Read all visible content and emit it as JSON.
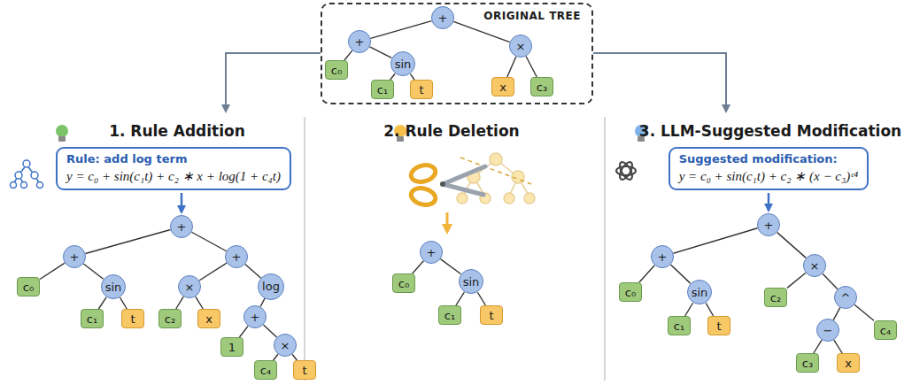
{
  "diagram": {
    "nodes": [
      {
        "text": [
          "ORIGINAL TREE"
        ]
      },
      {
        "text": [
          "+"
        ],
        "in": 0
      },
      {
        "text": [
          "+"
        ],
        "in": 0
      },
      {
        "text": [
          "c₀"
        ],
        "in": 0
      },
      {
        "text": [
          "sin"
        ],
        "in": 0
      },
      {
        "text": [
          "c₁"
        ],
        "in": 0
      },
      {
        "text": [
          "t"
        ],
        "in": 0
      },
      {
        "text": [
          "×"
        ],
        "in": 0
      },
      {
        "text": [
          "x"
        ],
        "in": 0
      },
      {
        "text": [
          "c₃"
        ],
        "in": 0
      },
      {
        "text": [
          "Rule: add log term",
          "y = c₀ + sin(c₁t) + c₂ ∗ x + log(1 + c₄t)"
        ]
      },
      {
        "text": [
          "+"
        ]
      },
      {
        "text": [
          "+"
        ]
      },
      {
        "text": [
          "c₀"
        ]
      },
      {
        "text": [
          "sin"
        ]
      },
      {
        "text": [
          "c₁"
        ]
      },
      {
        "text": [
          "t"
        ]
      },
      {
        "text": [
          "+"
        ]
      },
      {
        "text": [
          "×"
        ]
      },
      {
        "text": [
          "c₂"
        ]
      },
      {
        "text": [
          "x"
        ]
      },
      {
        "text": [
          "log"
        ]
      },
      {
        "text": [
          "+"
        ]
      },
      {
        "text": [
          "1"
        ]
      },
      {
        "text": [
          "×"
        ]
      },
      {
        "text": [
          "c₄"
        ]
      },
      {
        "text": [
          "t"
        ]
      },
      {
        "text": [
          "+"
        ]
      },
      {
        "text": [
          "c₀"
        ]
      },
      {
        "text": [
          "sin"
        ]
      },
      {
        "text": [
          "c₁"
        ]
      },
      {
        "text": [
          "t"
        ]
      },
      {
        "text": [
          "Suggested modification:",
          "y = c₀ + sin(c₁t) + c₂ ∗ (x − c₃)ᶜ⁴"
        ]
      },
      {
        "text": [
          "+"
        ]
      },
      {
        "text": [
          "+"
        ]
      },
      {
        "text": [
          "c₀"
        ]
      },
      {
        "text": [
          "sin"
        ]
      },
      {
        "text": [
          "c₁"
        ]
      },
      {
        "text": [
          "t"
        ]
      },
      {
        "text": [
          "×"
        ]
      },
      {
        "text": [
          "c₂"
        ]
      },
      {
        "text": [
          "^"
        ]
      },
      {
        "text": [
          "−"
        ]
      },
      {
        "text": [
          "c₃"
        ]
      },
      {
        "text": [
          "x"
        ]
      },
      {
        "text": [
          "c₄"
        ]
      }
    ],
    "edges": [
      {
        "from": 1,
        "to": 2,
        "arrow": "none"
      },
      {
        "from": 1,
        "to": 7,
        "arrow": "none"
      },
      {
        "from": 2,
        "to": 3,
        "arrow": "none"
      },
      {
        "from": 2,
        "to": 4,
        "arrow": "none"
      },
      {
        "from": 4,
        "to": 5,
        "arrow": "none"
      },
      {
        "from": 4,
        "to": 6,
        "arrow": "none"
      },
      {
        "from": 7,
        "to": 8,
        "arrow": "none"
      },
      {
        "from": 7,
        "to": 9,
        "arrow": "none"
      },
      {
        "from": 10,
        "to": 11,
        "arrow": "to"
      },
      {
        "from": 11,
        "to": 12,
        "arrow": "none"
      },
      {
        "from": 11,
        "to": 17,
        "arrow": "none"
      },
      {
        "from": 12,
        "to": 13,
        "arrow": "none"
      },
      {
        "from": 12,
        "to": 14,
        "arrow": "none"
      },
      {
        "from": 14,
        "to": 15,
        "arrow": "none"
      },
      {
        "from": 14,
        "to": 16,
        "arrow": "none"
      },
      {
        "from": 17,
        "to": 18,
        "arrow": "none"
      },
      {
        "from": 17,
        "to": 21,
        "arrow": "none"
      },
      {
        "from": 18,
        "to": 19,
        "arrow": "none"
      },
      {
        "from": 18,
        "to": 20,
        "arrow": "none"
      },
      {
        "from": 21,
        "to": 22,
        "arrow": "none"
      },
      {
        "from": 22,
        "to": 23,
        "arrow": "none"
      },
      {
        "from": 22,
        "to": 24,
        "arrow": "none"
      },
      {
        "from": 24,
        "to": 25,
        "arrow": "none"
      },
      {
        "from": 24,
        "to": 26,
        "arrow": "none"
      },
      {
        "from": 27,
        "to": 28,
        "arrow": "none"
      },
      {
        "from": 27,
        "to": 29,
        "arrow": "none"
      },
      {
        "from": 29,
        "to": 30,
        "arrow": "none"
      },
      {
        "from": 29,
        "to": 31,
        "arrow": "none"
      },
      {
        "from": 32,
        "to": 33,
        "arrow": "to"
      },
      {
        "from": 33,
        "to": 34,
        "arrow": "none"
      },
      {
        "from": 33,
        "to": 39,
        "arrow": "none"
      },
      {
        "from": 34,
        "to": 35,
        "arrow": "none"
      },
      {
        "from": 34,
        "to": 36,
        "arrow": "none"
      },
      {
        "from": 36,
        "to": 37,
        "arrow": "none"
      },
      {
        "from": 36,
        "to": 38,
        "arrow": "none"
      },
      {
        "from": 39,
        "to": 40,
        "arrow": "none"
      },
      {
        "from": 39,
        "to": 41,
        "arrow": "none"
      },
      {
        "from": 41,
        "to": 42,
        "arrow": "none"
      },
      {
        "from": 41,
        "to": 45,
        "arrow": "none"
      },
      {
        "from": 42,
        "to": 43,
        "arrow": "none"
      },
      {
        "from": 42,
        "to": 44,
        "arrow": "none"
      }
    ],
    "labels": [
      "1. Rule Addition",
      "2. Rule Deletion",
      "3. LLM-Suggested Modification"
    ]
  }
}
